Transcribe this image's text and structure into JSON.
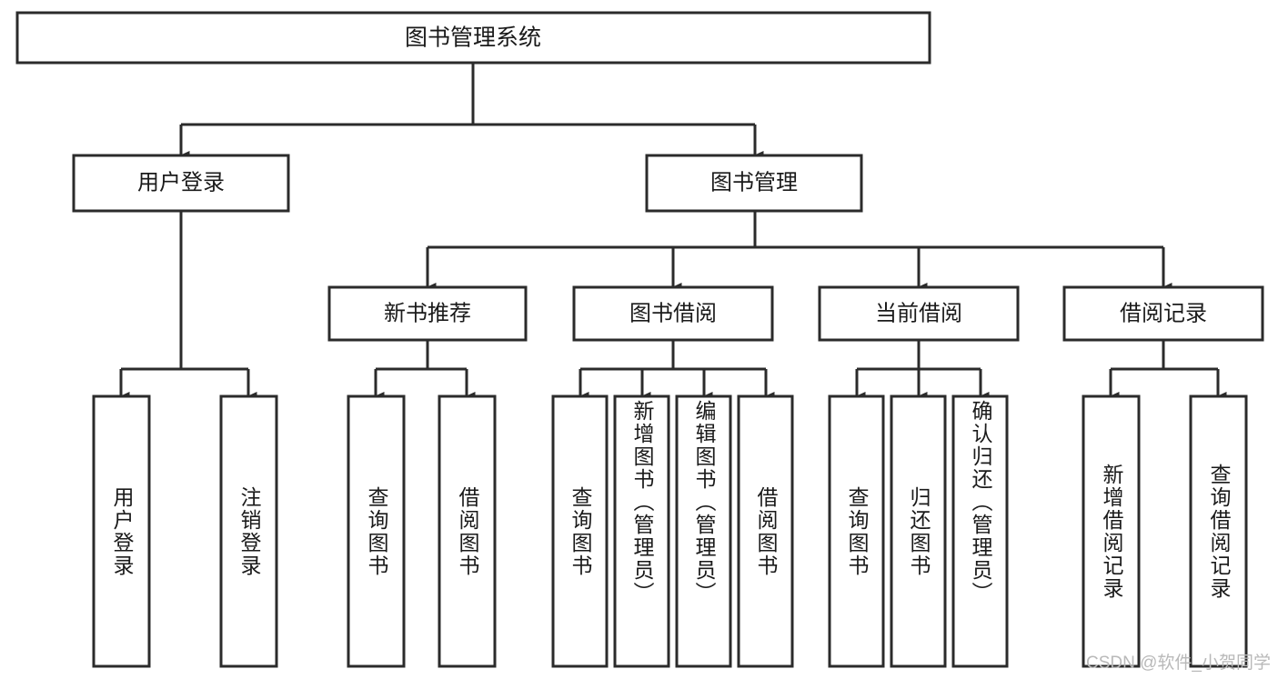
{
  "diagram": {
    "title": "图书管理系统",
    "type": "tree",
    "orientation": "top-down",
    "colors": {
      "box_stroke": "#2b2b2b",
      "box_fill": "#ffffff",
      "connector": "#2b2b2b",
      "text": "#1a1a1a",
      "watermark": "#b9b9b9"
    },
    "root": {
      "label": "图书管理系统"
    },
    "level1": [
      {
        "label": "用户登录"
      },
      {
        "label": "图书管理"
      }
    ],
    "level2": [
      {
        "label": "新书推荐"
      },
      {
        "label": "图书借阅"
      },
      {
        "label": "当前借阅"
      },
      {
        "label": "借阅记录"
      }
    ],
    "leaves": {
      "user_login": [
        {
          "label": "用户登录"
        },
        {
          "label": "注销登录"
        }
      ],
      "new_book_recommend": [
        {
          "label": "查询图书"
        },
        {
          "label": "借阅图书"
        }
      ],
      "book_borrow": [
        {
          "label": "查询图书"
        },
        {
          "label": "新增图书（管理员）"
        },
        {
          "label": "编辑图书（管理员）"
        },
        {
          "label": "借阅图书"
        }
      ],
      "current_borrow": [
        {
          "label": "查询图书"
        },
        {
          "label": "归还图书"
        },
        {
          "label": "确认归还（管理员）"
        }
      ],
      "borrow_record": [
        {
          "label": "新增借阅记录"
        },
        {
          "label": "查询借阅记录"
        }
      ]
    }
  },
  "watermark": {
    "text": "CSDN @软件_小贺同学"
  }
}
